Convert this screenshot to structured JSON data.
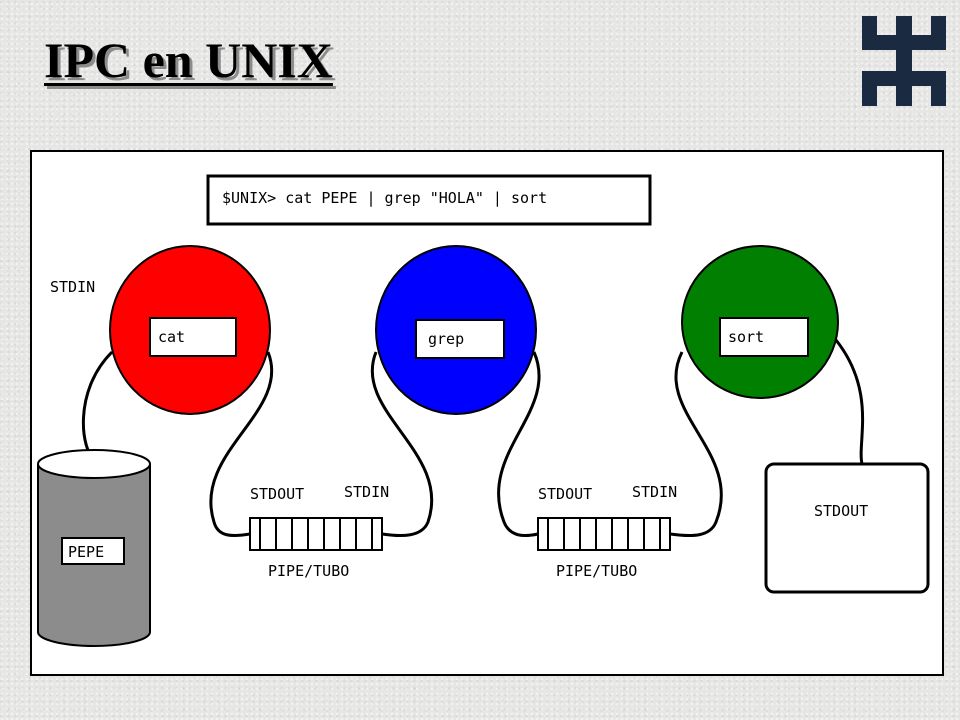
{
  "header": {
    "title": "IPC en UNIX",
    "logo_icon": "utn-logo-icon"
  },
  "diagram": {
    "command": "$UNIX> cat PEPE | grep \"HOLA\" | sort",
    "processes": [
      {
        "label": "cat",
        "color": "#ff0000"
      },
      {
        "label": "grep",
        "color": "#0000ff"
      },
      {
        "label": "sort",
        "color": "#007f00"
      }
    ],
    "input_label": "STDIN",
    "input_file": "PEPE",
    "output_label": "STDOUT",
    "pipes": [
      {
        "stdout_label": "STDOUT",
        "stdin_label": "STDIN",
        "pipe_label": "PIPE/TUBO"
      },
      {
        "stdout_label": "STDOUT",
        "stdin_label": "STDIN",
        "pipe_label": "PIPE/TUBO"
      }
    ],
    "colors": {
      "file_fill": "#8c8c8c",
      "outline": "#000000"
    }
  }
}
